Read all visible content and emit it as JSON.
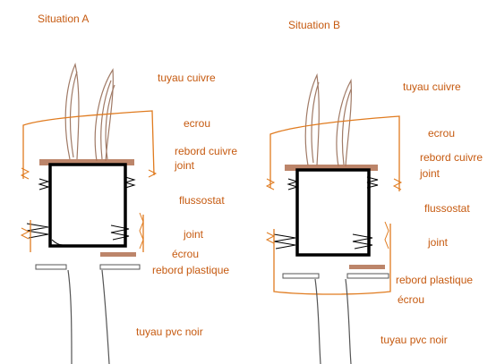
{
  "colors": {
    "label": "#c65a10",
    "nut": "#e07b1f",
    "flange": "#b07050",
    "box": "#000000"
  },
  "situation_a": {
    "title": "Situation A",
    "labels": {
      "copper_pipe": "tuyau cuivre",
      "nut_top": "ecrou",
      "copper_flange": "rebord cuivre",
      "seal_top": "joint",
      "switch": "flussostat",
      "seal_bottom": "joint",
      "nut_bottom": "écrou",
      "plastic_flange": "rebord plastique",
      "pvc_pipe": "tuyau pvc noir"
    }
  },
  "situation_b": {
    "title": "Situation B",
    "labels": {
      "copper_pipe": "tuyau cuivre",
      "nut_top": "ecrou",
      "copper_flange": "rebord cuivre",
      "seal_top": "joint",
      "switch": "flussostat",
      "seal_bottom": "joint",
      "plastic_flange": "rebord plastique",
      "nut_bottom": "écrou",
      "pvc_pipe": "tuyau pvc noir"
    }
  }
}
